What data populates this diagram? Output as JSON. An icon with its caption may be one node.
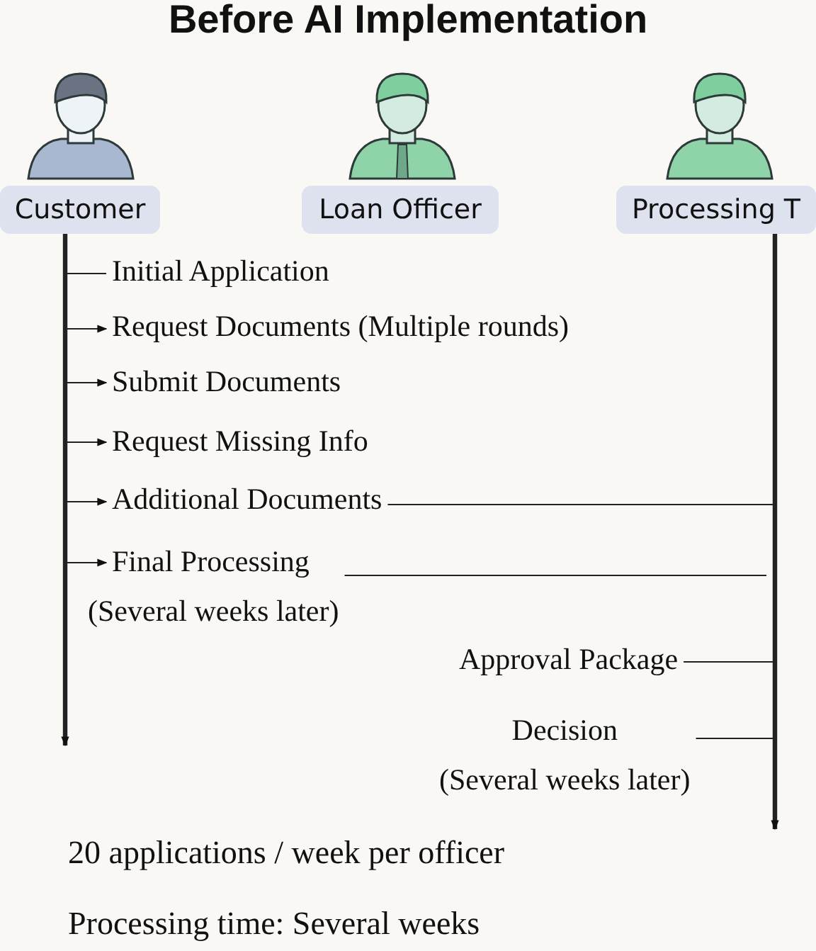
{
  "diagram": {
    "title": "Before AI Implementation",
    "nodes": [
      {
        "text": [
          "Customer"
        ]
      },
      {
        "text": [
          "Loan Officer"
        ]
      },
      {
        "text": [
          "Processing T"
        ]
      },
      {
        "text": [
          "Initial Application"
        ]
      },
      {
        "text": [
          "Request Documents (Multiple rounds)"
        ]
      },
      {
        "text": [
          "Submit Documents"
        ]
      },
      {
        "text": [
          "Request Missing Info"
        ]
      },
      {
        "text": [
          "Additional Documents"
        ]
      },
      {
        "text": [
          "Final Processing",
          "(Several weeks later)"
        ]
      },
      {
        "text": [
          "Approval Package"
        ]
      },
      {
        "text": [
          "Decision",
          "(Several weeks later)"
        ]
      }
    ],
    "edges": [
      {
        "from": 0,
        "to": null,
        "arrow": "to",
        "style": "thick"
      },
      {
        "from": 2,
        "to": null,
        "arrow": "to",
        "style": "thick"
      },
      {
        "from": null,
        "to": 3,
        "arrow": "none"
      },
      {
        "from": null,
        "to": 4,
        "arrow": "to"
      },
      {
        "from": null,
        "to": 5,
        "arrow": "to"
      },
      {
        "from": null,
        "to": 6,
        "arrow": "to"
      },
      {
        "from": null,
        "to": 7,
        "arrow": "to"
      },
      {
        "from": null,
        "to": 8,
        "arrow": "to"
      },
      {
        "from": 7,
        "to": null,
        "arrow": "none"
      },
      {
        "from": 8,
        "to": null,
        "arrow": "none"
      },
      {
        "from": 9,
        "to": null,
        "arrow": "none"
      },
      {
        "from": 10,
        "to": null,
        "arrow": "none"
      }
    ],
    "labels": [
      "20 applications / week per officer",
      "Processing time: Several weeks"
    ]
  }
}
